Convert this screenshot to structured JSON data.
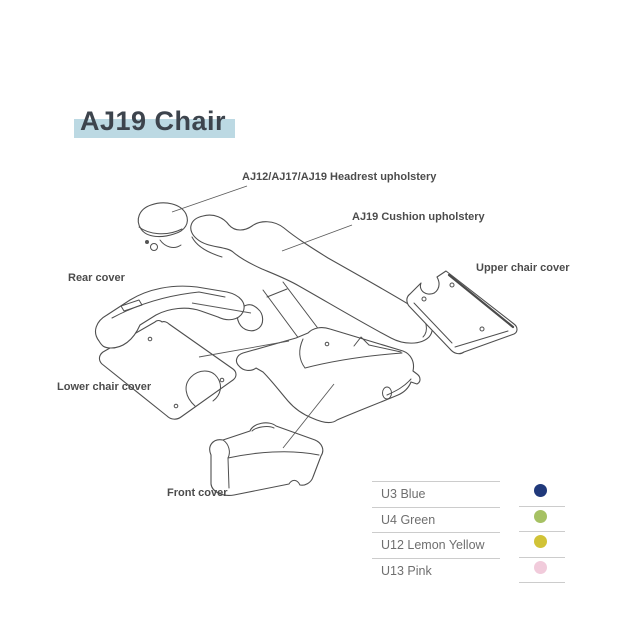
{
  "title": "AJ19 Chair",
  "diagram": {
    "labels": {
      "headrest": "AJ12/AJ17/AJ19 Headrest upholstery",
      "cushion": "AJ19 Cushion upholstery",
      "rear_cover": "Rear cover",
      "upper_chair_cover": "Upper chair cover",
      "lower_chair_cover": "Lower chair cover",
      "front_cover": "Front cover"
    }
  },
  "legend": {
    "items": [
      {
        "label": "U3 Blue",
        "color": "#20397b"
      },
      {
        "label": "U4 Green",
        "color": "#a6c163"
      },
      {
        "label": "U12 Lemon Yellow",
        "color": "#d1c337"
      },
      {
        "label": "U13 Pink",
        "color": "#f1cbdb"
      }
    ]
  },
  "colors": {
    "title_text": "#3d444d",
    "title_highlight": "#bcd9e3",
    "line": "#4f4f4f",
    "divider": "#cccccc",
    "legend_text": "#6f6f6f"
  }
}
